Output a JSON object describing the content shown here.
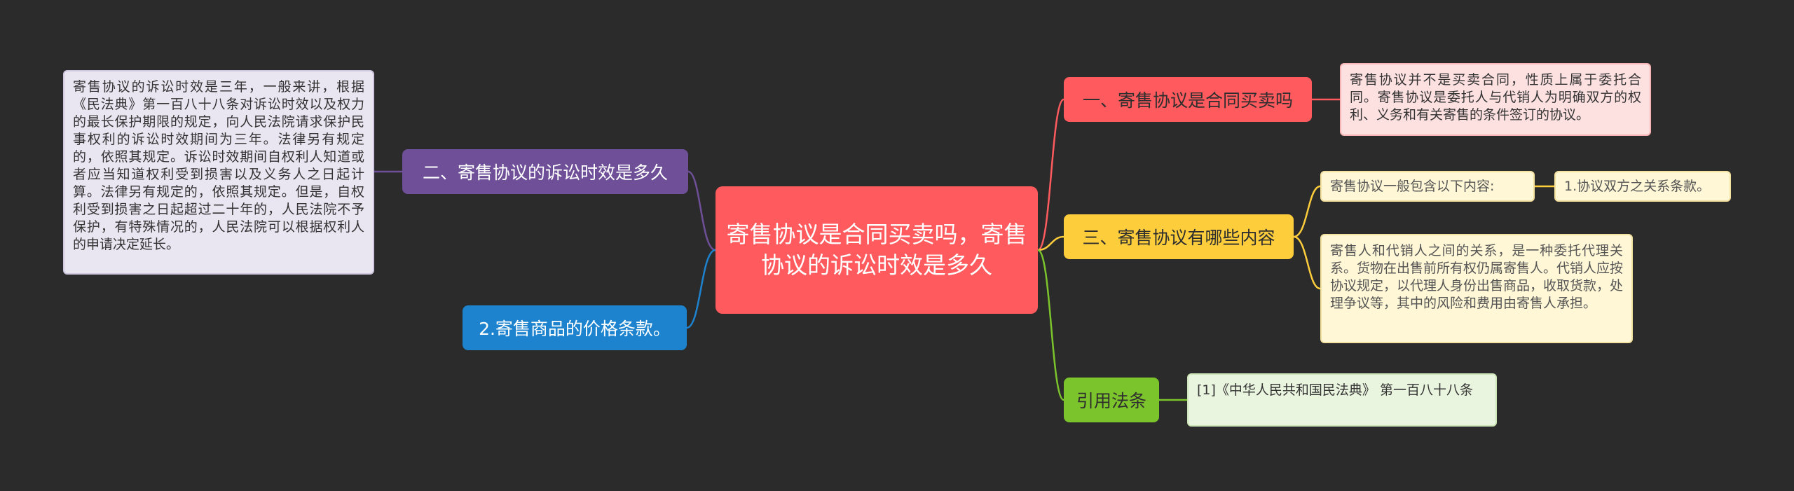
{
  "center": {
    "label": "寄售协议是合同买卖吗，寄售协议的诉讼时效是多久"
  },
  "right": [
    {
      "label": "一、寄售协议是合同买卖吗",
      "color": "#ff5a5e",
      "notes": [
        "寄售协议并不是买卖合同，性质上属于委托合同。寄售协议是委托人与代销人为明确双方的权利、义务和有关寄售的条件签订的协议。"
      ]
    },
    {
      "label": "三、寄售协议有哪些内容",
      "color": "#fdcd3c",
      "notes": [
        "寄售协议一般包含以下内容:",
        "寄售人和代销人之间的关系，是一种委托代理关系。货物在出售前所有权仍属寄售人。代销人应按协议规定，以代理人身份出售商品，收取货款，处理争议等，其中的风险和费用由寄售人承担。"
      ],
      "sub": "1.协议双方之关系条款。"
    },
    {
      "label": "引用法条",
      "color": "#7cc42c",
      "notes": [
        "[1]《中华人民共和国民法典》 第一百八十八条"
      ]
    }
  ],
  "left": [
    {
      "label": "二、寄售协议的诉讼时效是多久",
      "color": "#6e4f98",
      "notes": [
        "寄售协议的诉讼时效是三年，一般来讲，根据《民法典》第一百八十八条对诉讼时效以及权力的最长保护期限的规定，向人民法院请求保护民事权利的诉讼时效期间为三年。法律另有规定的，依照其规定。诉讼时效期间自权利人知道或者应当知道权利受到损害以及义务人之日起计算。法律另有规定的，依照其规定。但是，自权利受到损害之日起超过二十年的，人民法院不予保护，有特殊情况的，人民法院可以根据权利人的申请决定延长。"
      ]
    },
    {
      "label": "2.寄售商品的价格条款。",
      "color": "#1d83cf"
    }
  ],
  "colors": {
    "background": "#2b2b2b"
  }
}
